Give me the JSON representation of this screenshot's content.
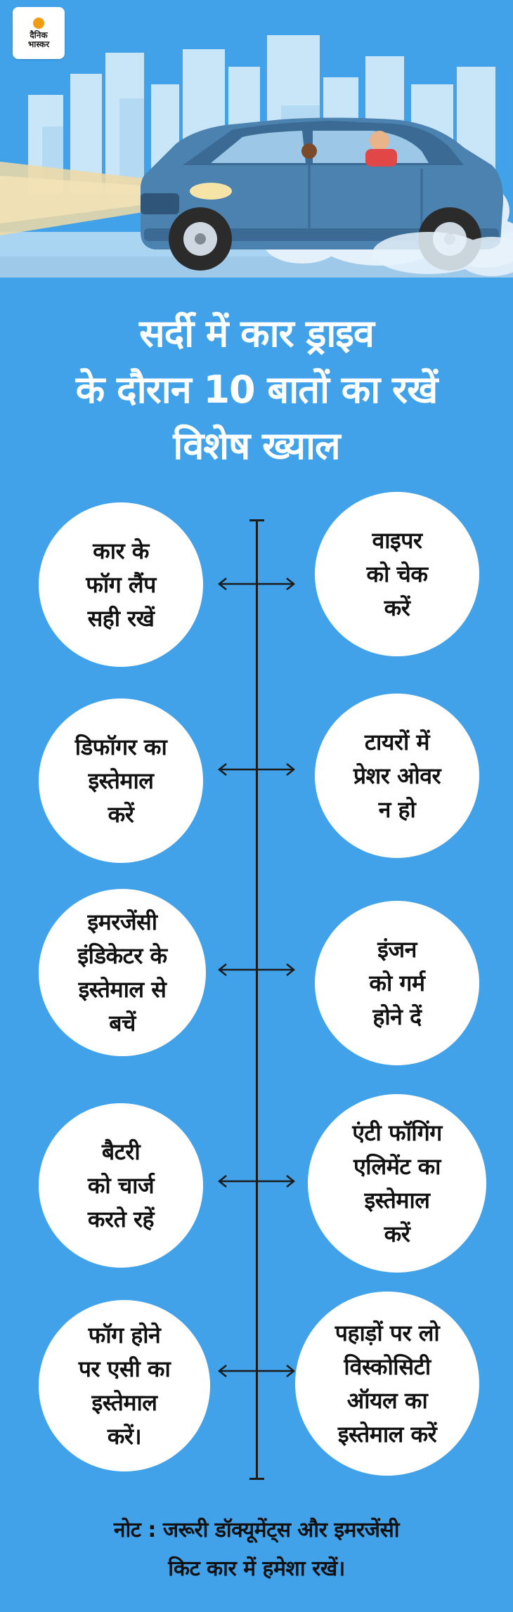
{
  "logo": {
    "line1": "दैनिक",
    "line2": "भास्कर"
  },
  "title": {
    "line1": "सर्दी में कार ड्राइव",
    "line2": "के दौरान 10 बातों का रखें",
    "line3": "विशेष ख्याल"
  },
  "tips": {
    "left": [
      {
        "lines": [
          "कार के",
          "फॉग लैंप",
          "सही रखें"
        ]
      },
      {
        "lines": [
          "डिफॉगर का",
          "इस्तेमाल",
          "करें"
        ]
      },
      {
        "lines": [
          "इमरजेंसी",
          "इंडिकेटर के",
          "इस्तेमाल से",
          "बचें"
        ]
      },
      {
        "lines": [
          "बैटरी",
          "को चार्ज",
          "करते रहें"
        ]
      },
      {
        "lines": [
          "फॉग होने",
          "पर एसी का",
          "इस्तेमाल",
          "करें।"
        ]
      }
    ],
    "right": [
      {
        "lines": [
          "वाइपर",
          "को चेक",
          "करें"
        ]
      },
      {
        "lines": [
          "टायरों में",
          "प्रेशर ओवर",
          "न हो"
        ]
      },
      {
        "lines": [
          "इंजन",
          "को गर्म",
          "होने दें"
        ]
      },
      {
        "lines": [
          "एंटी फॉगिंग",
          "एलिमेंट का",
          "इस्तेमाल",
          "करें"
        ]
      },
      {
        "lines": [
          "पहाड़ों पर लो",
          "विस्कोसिटी",
          "ऑयल का",
          "इस्तेमाल करें"
        ]
      }
    ]
  },
  "note": {
    "line1": "नोट : जरूरी डॉक्यूमेंट्स और इमरजेंसी",
    "line2": "किट कार में हमेशा रखें।"
  },
  "colors": {
    "background": "#41a2ea",
    "circle": "#ffffff",
    "text_dark": "#111111",
    "title_text": "#ffffff",
    "logo_sun": "#f39c12"
  }
}
